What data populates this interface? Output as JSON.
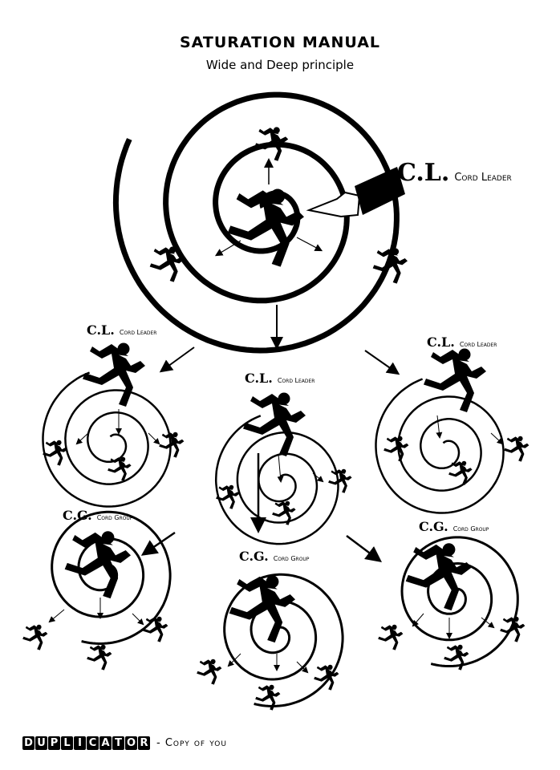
{
  "header": {
    "title": "SATURATION MANUAL",
    "subtitle": "Wide and Deep principle"
  },
  "labels": {
    "main": {
      "abbr": "C.L.",
      "full": "Cord Leader"
    },
    "cl_left": {
      "abbr": "C.L.",
      "full": "Cord Leader"
    },
    "cl_mid": {
      "abbr": "C.L.",
      "full": "Cord Leader"
    },
    "cl_right": {
      "abbr": "C.L.",
      "full": "Cord Leader"
    },
    "cg_left": {
      "abbr": "C.G.",
      "full": "Cord Group"
    },
    "cg_mid": {
      "abbr": "C.G.",
      "full": "Cord Group"
    },
    "cg_right": {
      "abbr": "C.G.",
      "full": "Cord Group"
    }
  },
  "footer": {
    "brand": "DUPLICATOR",
    "tagline": "- Copy of you"
  },
  "colors": {
    "ink": "#000000",
    "paper": "#ffffff"
  }
}
